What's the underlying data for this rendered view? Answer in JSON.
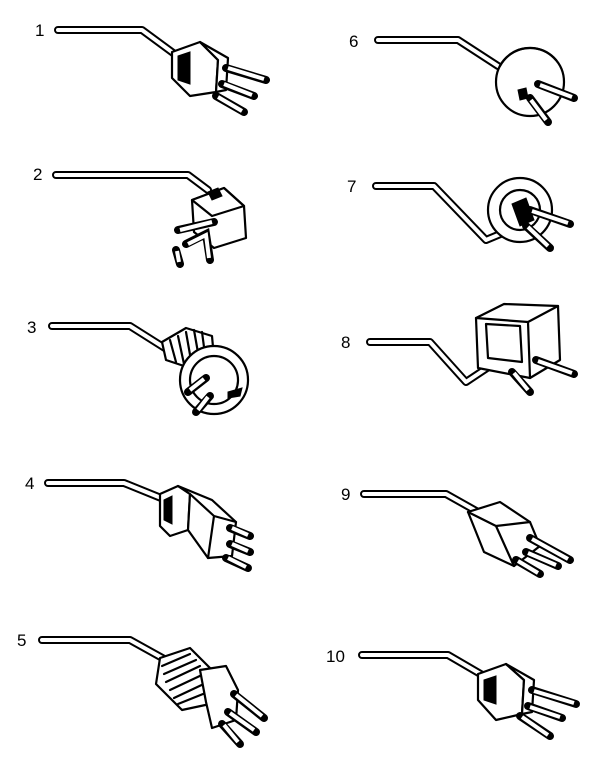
{
  "figure": {
    "plug_labels": [
      "1",
      "2",
      "3",
      "4",
      "5",
      "6",
      "7",
      "8",
      "9",
      "10"
    ]
  }
}
